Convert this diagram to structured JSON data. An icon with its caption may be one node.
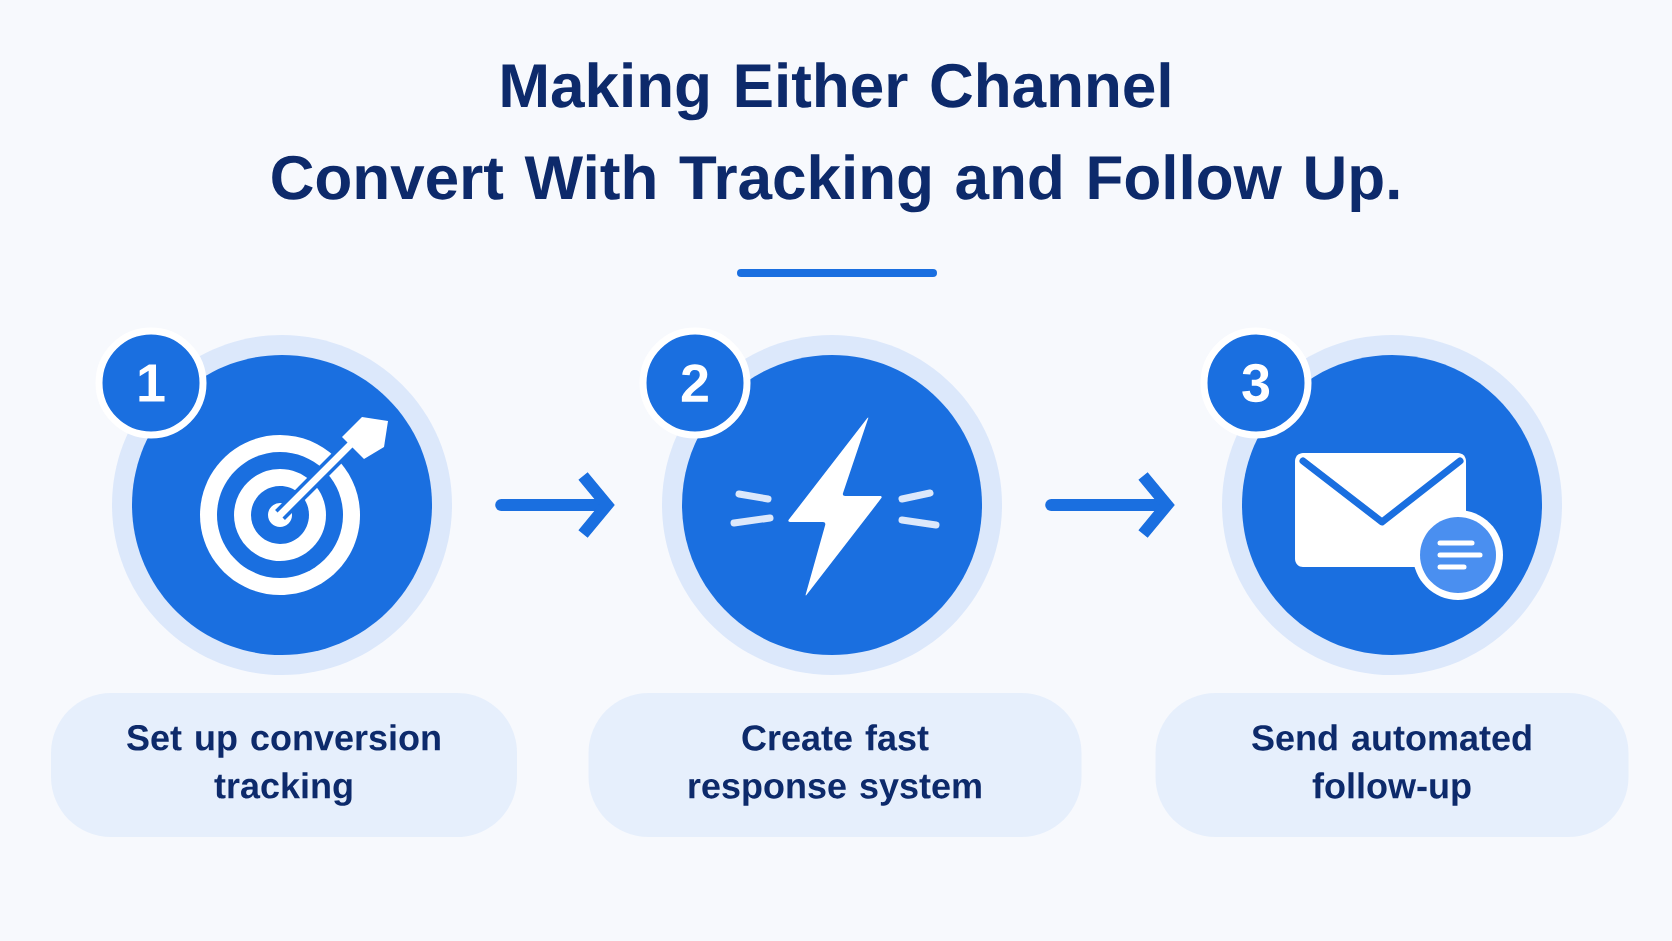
{
  "diagram": {
    "title": "Making Either Channel Convert With Tracking and Follow Up.",
    "nodes": [
      {
        "text": [
          "1"
        ]
      },
      {
        "text": [],
        "shape": "circle"
      },
      {
        "text": [
          "2"
        ]
      },
      {
        "text": [],
        "shape": "circle"
      },
      {
        "text": [
          "3"
        ]
      },
      {
        "text": [],
        "shape": "circle"
      },
      {
        "text": [
          "Set up conversion tracking"
        ]
      },
      {
        "text": [
          "Create fast response system"
        ]
      },
      {
        "text": [
          "Send automated follow-up"
        ]
      }
    ],
    "edges": [
      {
        "from": 1,
        "to": 3,
        "arrow": "to"
      },
      {
        "from": 3,
        "to": 5,
        "arrow": "to"
      }
    ]
  }
}
